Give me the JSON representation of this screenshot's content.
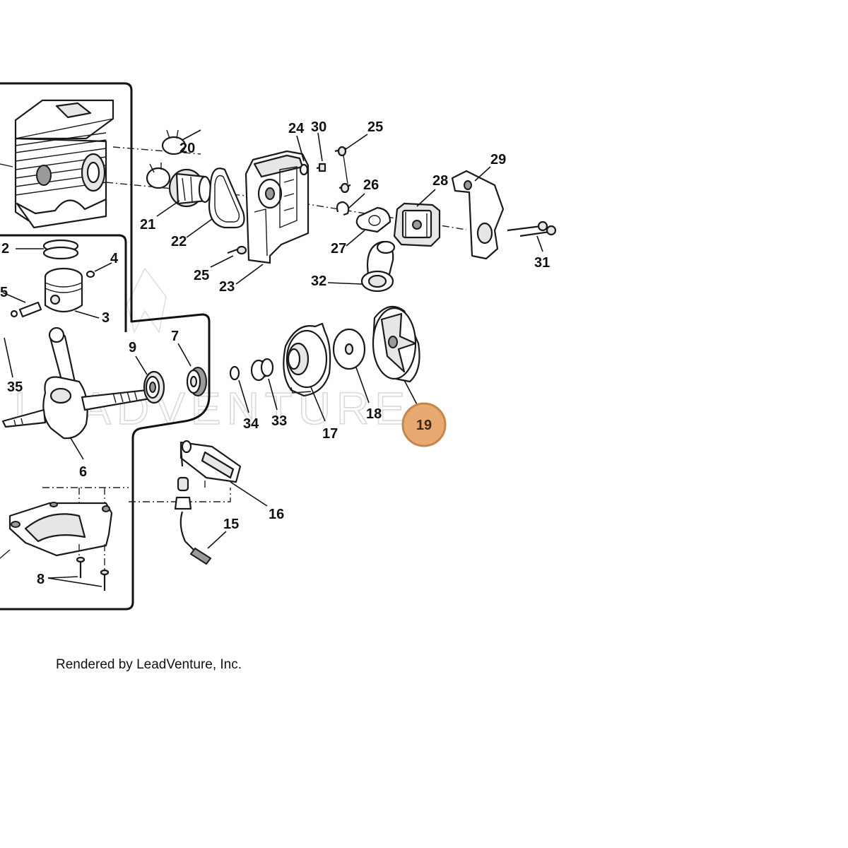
{
  "credit": "Rendered by LeadVenture, Inc.",
  "watermark": "LEADVENTURE",
  "highlight_color": "#e8a970",
  "highlight_stroke": "#c4864b",
  "callouts": {
    "c24": "24",
    "c30": "30",
    "c25a": "25",
    "c20": "20",
    "c29": "29",
    "c26": "26",
    "c28": "28",
    "c21": "21",
    "c22": "22",
    "c27": "27",
    "c31": "31",
    "c2": "2",
    "c4": "4",
    "c25b": "25",
    "c23": "23",
    "c32": "32",
    "c5": "5",
    "c3": "3",
    "c9": "9",
    "c7": "7",
    "c35": "35",
    "c34": "34",
    "c33": "33",
    "c17": "17",
    "c18": "18",
    "c19": "19",
    "c6": "6",
    "c16": "16",
    "c15": "15",
    "c8": "8"
  }
}
